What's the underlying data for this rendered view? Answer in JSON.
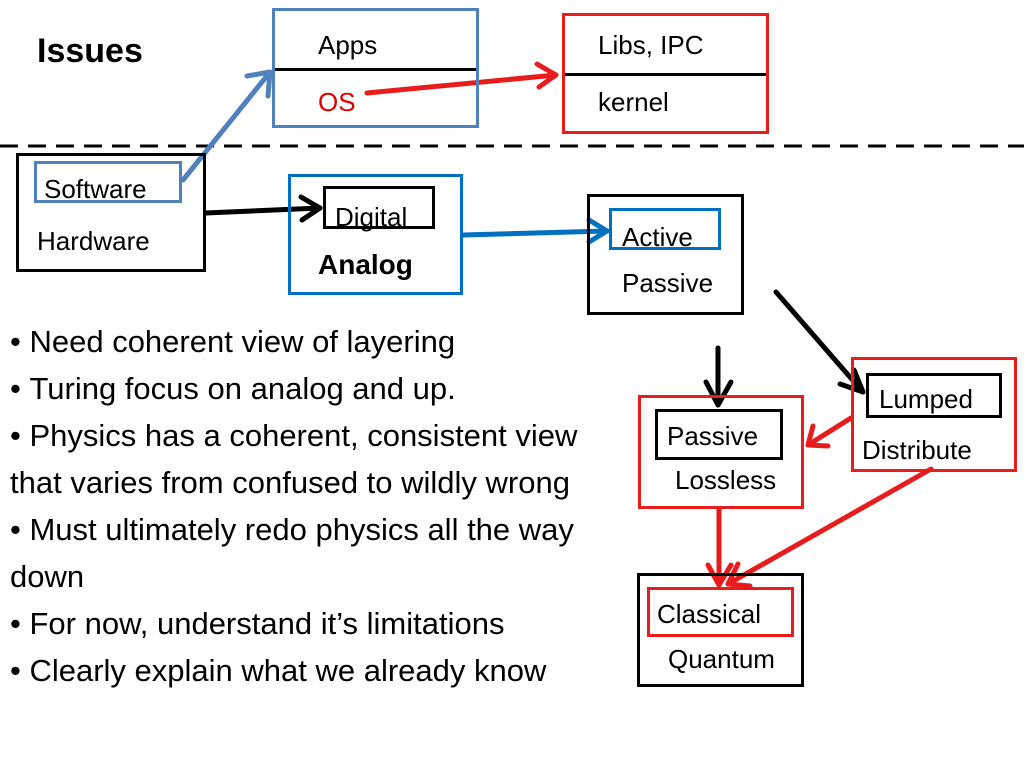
{
  "title": "Issues",
  "colors": {
    "blue_box": "#4f81bd",
    "blue_arrow": "#0070c0",
    "red": "#e81c1c",
    "os_text": "#e00000",
    "black": "#000000"
  },
  "nodes": {
    "apps": "Apps",
    "os": "OS",
    "libs_ipc": "Libs, IPC",
    "kernel": "kernel",
    "software": "Software",
    "hardware": "Hardware",
    "digital": "Digital",
    "analog": "Analog",
    "active": "Active",
    "passive_top": "Passive",
    "lumped": "Lumped",
    "distribute": "Distribute",
    "passive_inner": "Passive",
    "lossless": "Lossless",
    "classical": "Classical",
    "quantum": "Quantum"
  },
  "bullets": [
    "Need coherent view of layering",
    "Turing focus on analog and up.",
    "Physics has a coherent, consistent view that varies from confused to wildly wrong",
    "Must ultimately redo physics all the way down",
    "For now, understand it’s limitations",
    "Clearly explain what we already know"
  ]
}
